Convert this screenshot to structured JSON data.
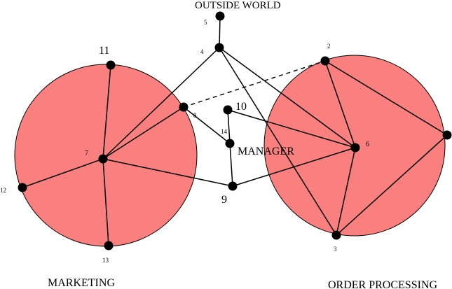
{
  "groups": [
    {
      "id": "marketing",
      "label": "MARKETING",
      "color": "#fa8080"
    },
    {
      "id": "order_processing",
      "label": "ORDER PROCESSING",
      "color": "#fa8080"
    },
    {
      "id": "outside_world",
      "label": "OUTSIDE WORLD"
    },
    {
      "id": "manager",
      "label": "MANAGER"
    }
  ],
  "nodes": [
    {
      "id": "n2",
      "label": "2"
    },
    {
      "id": "n3",
      "label": "3"
    },
    {
      "id": "n4",
      "label": "4"
    },
    {
      "id": "n5",
      "label": "5"
    },
    {
      "id": "n6",
      "label": "6"
    },
    {
      "id": "n7",
      "label": "7"
    },
    {
      "id": "n8",
      "label": "8"
    },
    {
      "id": "n9",
      "label": "9"
    },
    {
      "id": "n10",
      "label": "10"
    },
    {
      "id": "n11",
      "label": "11"
    },
    {
      "id": "n12",
      "label": "12"
    },
    {
      "id": "n13",
      "label": "13"
    },
    {
      "id": "n14",
      "label": "14"
    },
    {
      "id": "nR",
      "label": ""
    }
  ],
  "edges": [
    [
      "n5",
      "n4"
    ],
    [
      "n4",
      "n7"
    ],
    [
      "n4",
      "n6"
    ],
    [
      "n4",
      "n3"
    ],
    [
      "n7",
      "n8"
    ],
    [
      "n8",
      "n14"
    ],
    [
      "n10",
      "n14"
    ],
    [
      "n10",
      "n6"
    ],
    [
      "n14",
      "n9"
    ],
    [
      "n7",
      "n9"
    ],
    [
      "n9",
      "n6"
    ],
    [
      "n2",
      "n6"
    ],
    [
      "n2",
      "nR"
    ],
    [
      "n6",
      "n3"
    ],
    [
      "nR",
      "n3"
    ],
    [
      "n11",
      "n7"
    ],
    [
      "n7",
      "n12"
    ],
    [
      "n7",
      "n13"
    ]
  ],
  "dashed_edges": [
    [
      "n8",
      "n2"
    ]
  ]
}
